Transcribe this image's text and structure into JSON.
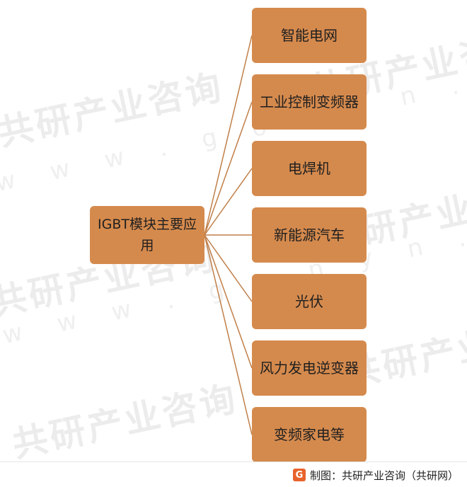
{
  "diagram": {
    "root": {
      "label": "IGBT模块主要应用"
    },
    "leaves": [
      {
        "label": "智能电网"
      },
      {
        "label": "工业控制变频器"
      },
      {
        "label": "电焊机"
      },
      {
        "label": "新能源汽车"
      },
      {
        "label": "光伏"
      },
      {
        "label": "风力发电逆变器"
      },
      {
        "label": "变频家电等"
      }
    ],
    "colors": {
      "node_fill": "#d58a4d",
      "connector": "#c07f48"
    }
  },
  "footer": {
    "logo_text": "G",
    "source": "制图：共研产业咨询（共研网）"
  },
  "watermark": {
    "brand": "共研产业咨询",
    "url": "w w w . g o n y n . c o m"
  }
}
